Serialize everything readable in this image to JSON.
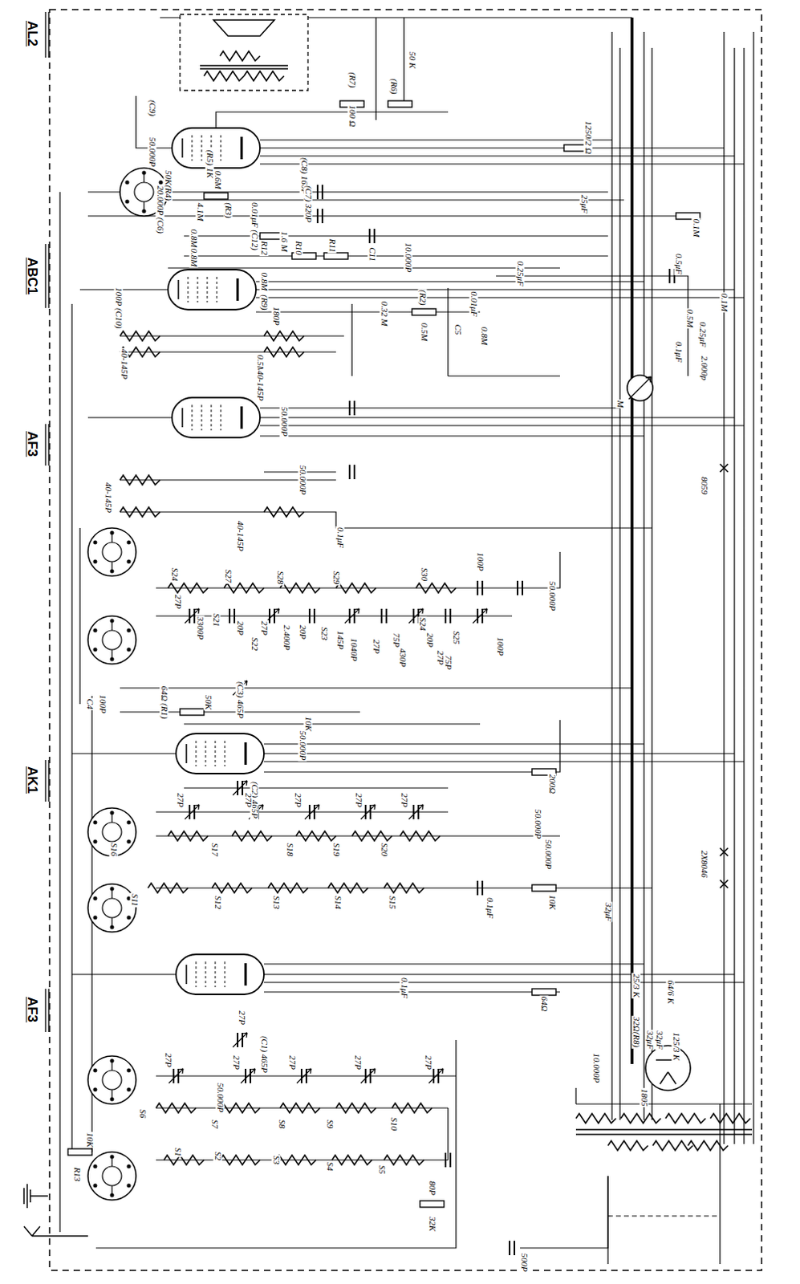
{
  "diagram": {
    "labels": [
      "AL2",
      "ABC1",
      "AF3",
      "AK1",
      "AF3",
      "(C9)",
      "50.000P",
      "(R7)",
      "100 Ω",
      "50 K",
      "(R6)",
      "1250/2 Ω",
      "(R5) 1K",
      "0.6M",
      "50K(R4)",
      "(C8) 160P",
      "20.000P (C6)",
      "(C7) 320P",
      "25μF",
      "0.1M",
      "4.1M",
      "(R3)",
      "0.01μF (C12)",
      "1.6 M",
      "0.8M",
      "R12",
      "R10",
      "R11",
      "0.8M",
      "C11",
      "10.000P",
      "0.5μF",
      "0.25μF",
      "0.8M",
      "(R9)",
      "100P (C10)",
      "180P",
      "0.32 M",
      "(R2)",
      "0.5M",
      "0.01μF",
      "C5",
      "0.8M",
      "0.1M",
      "0.5M",
      "0.25μF",
      "0.1μF",
      "0.5M",
      "40-145P",
      "2.000p",
      "M",
      "40-145P",
      "50.000P",
      "50.000P",
      "8059",
      "40-145P",
      "40-145P",
      "0.1μF",
      "S24",
      "S27",
      "S28",
      "S29",
      "S30",
      "100P",
      "50.000P",
      "27P",
      "3300P",
      "S21",
      "20P",
      "27P",
      "S22",
      "2.400P",
      "20P",
      "S23",
      "145P",
      "1040P",
      "27P",
      "75P",
      "430P",
      "S24",
      "20P",
      "27P",
      "S25",
      "75P",
      "100P",
      "(C3) 465P",
      "C4",
      "100P",
      "64Ω (R1)",
      "50K",
      "10K",
      "50.000P",
      "200Ω",
      "(C2) 465P",
      "27P",
      "27P",
      "27P",
      "27P",
      "27P",
      "50.000P",
      "50.000P",
      "S16",
      "S17",
      "S18",
      "S19",
      "S20",
      "2X8046",
      "S11",
      "S12",
      "S13",
      "S14",
      "S15",
      "0.1μF",
      "10K",
      "32μF",
      "0.1μF",
      "64Ω",
      "25/3 K",
      "64/6 K",
      "27P",
      "(C1) 465P",
      "32Ω(R8)",
      "32μF",
      "32μF",
      "125/3 K",
      "10.000P",
      "1805",
      "27P",
      "27P",
      "27P",
      "27P",
      "27P",
      "50.000P",
      "S6",
      "S7",
      "S8",
      "S9",
      "S10",
      "10K",
      "R13",
      "S1",
      "S2",
      "S3",
      "S4",
      "S5",
      "80P",
      "32K",
      "500P"
    ]
  }
}
